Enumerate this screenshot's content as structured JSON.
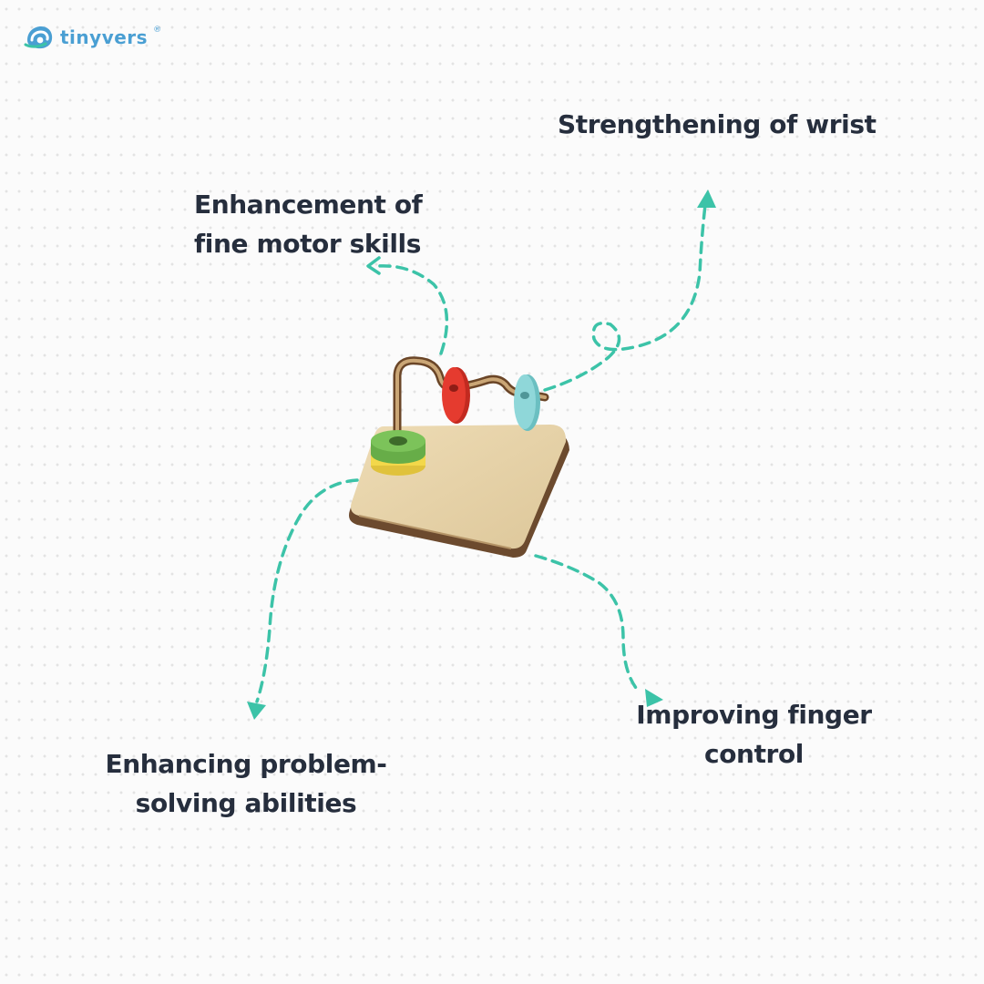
{
  "brand": {
    "name": "tinyvers",
    "registered_mark": "®",
    "primary_color": "#4a9fd3",
    "accent_color": "#3cc3a8"
  },
  "product": {
    "icon": "wooden-bead-maze-toy",
    "bead_colors": [
      "#e53b2f",
      "#8fd7d9",
      "#7cc35a",
      "#f3d84a"
    ]
  },
  "benefits": {
    "wrist": {
      "lines": [
        "Strengthening of wrist"
      ]
    },
    "fine_motor": {
      "lines": [
        "Enhancement of",
        "fine motor skills"
      ]
    },
    "problem_solving": {
      "lines": [
        "Enhancing problem-",
        "solving abilities"
      ]
    },
    "finger_control": {
      "lines": [
        "Improving finger",
        "control"
      ]
    }
  },
  "colors": {
    "text": "#262e3d",
    "arrow": "#3cc3a8",
    "background": "#fbfbfb",
    "dots": "#e3e3e3"
  }
}
